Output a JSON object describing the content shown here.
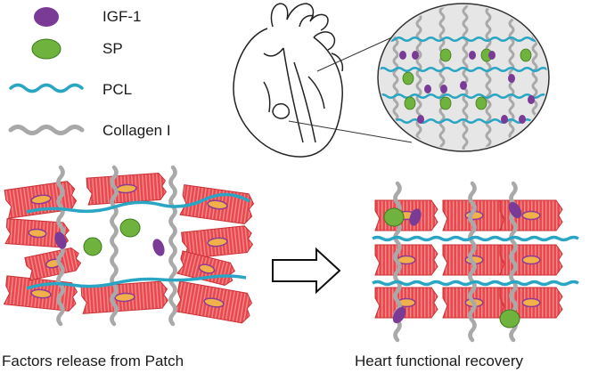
{
  "legend": [
    {
      "key": "igf1",
      "label": "IGF-1",
      "color": "#7a3b96"
    },
    {
      "key": "sp",
      "label": "SP",
      "color": "#6fb23d"
    },
    {
      "key": "pcl",
      "label": "PCL",
      "color": "#2aa6c4"
    },
    {
      "key": "collagen",
      "label": "Collagen I",
      "color": "#a9a9a9"
    }
  ],
  "captions": {
    "left": "Factors release from Patch",
    "right": "Heart functional recovery"
  },
  "colors": {
    "cell": "#e8484e",
    "cell_stripe": "#f08a8c",
    "nucleus": "#f2b04a",
    "nucleus_rim": "#8e3b93"
  }
}
